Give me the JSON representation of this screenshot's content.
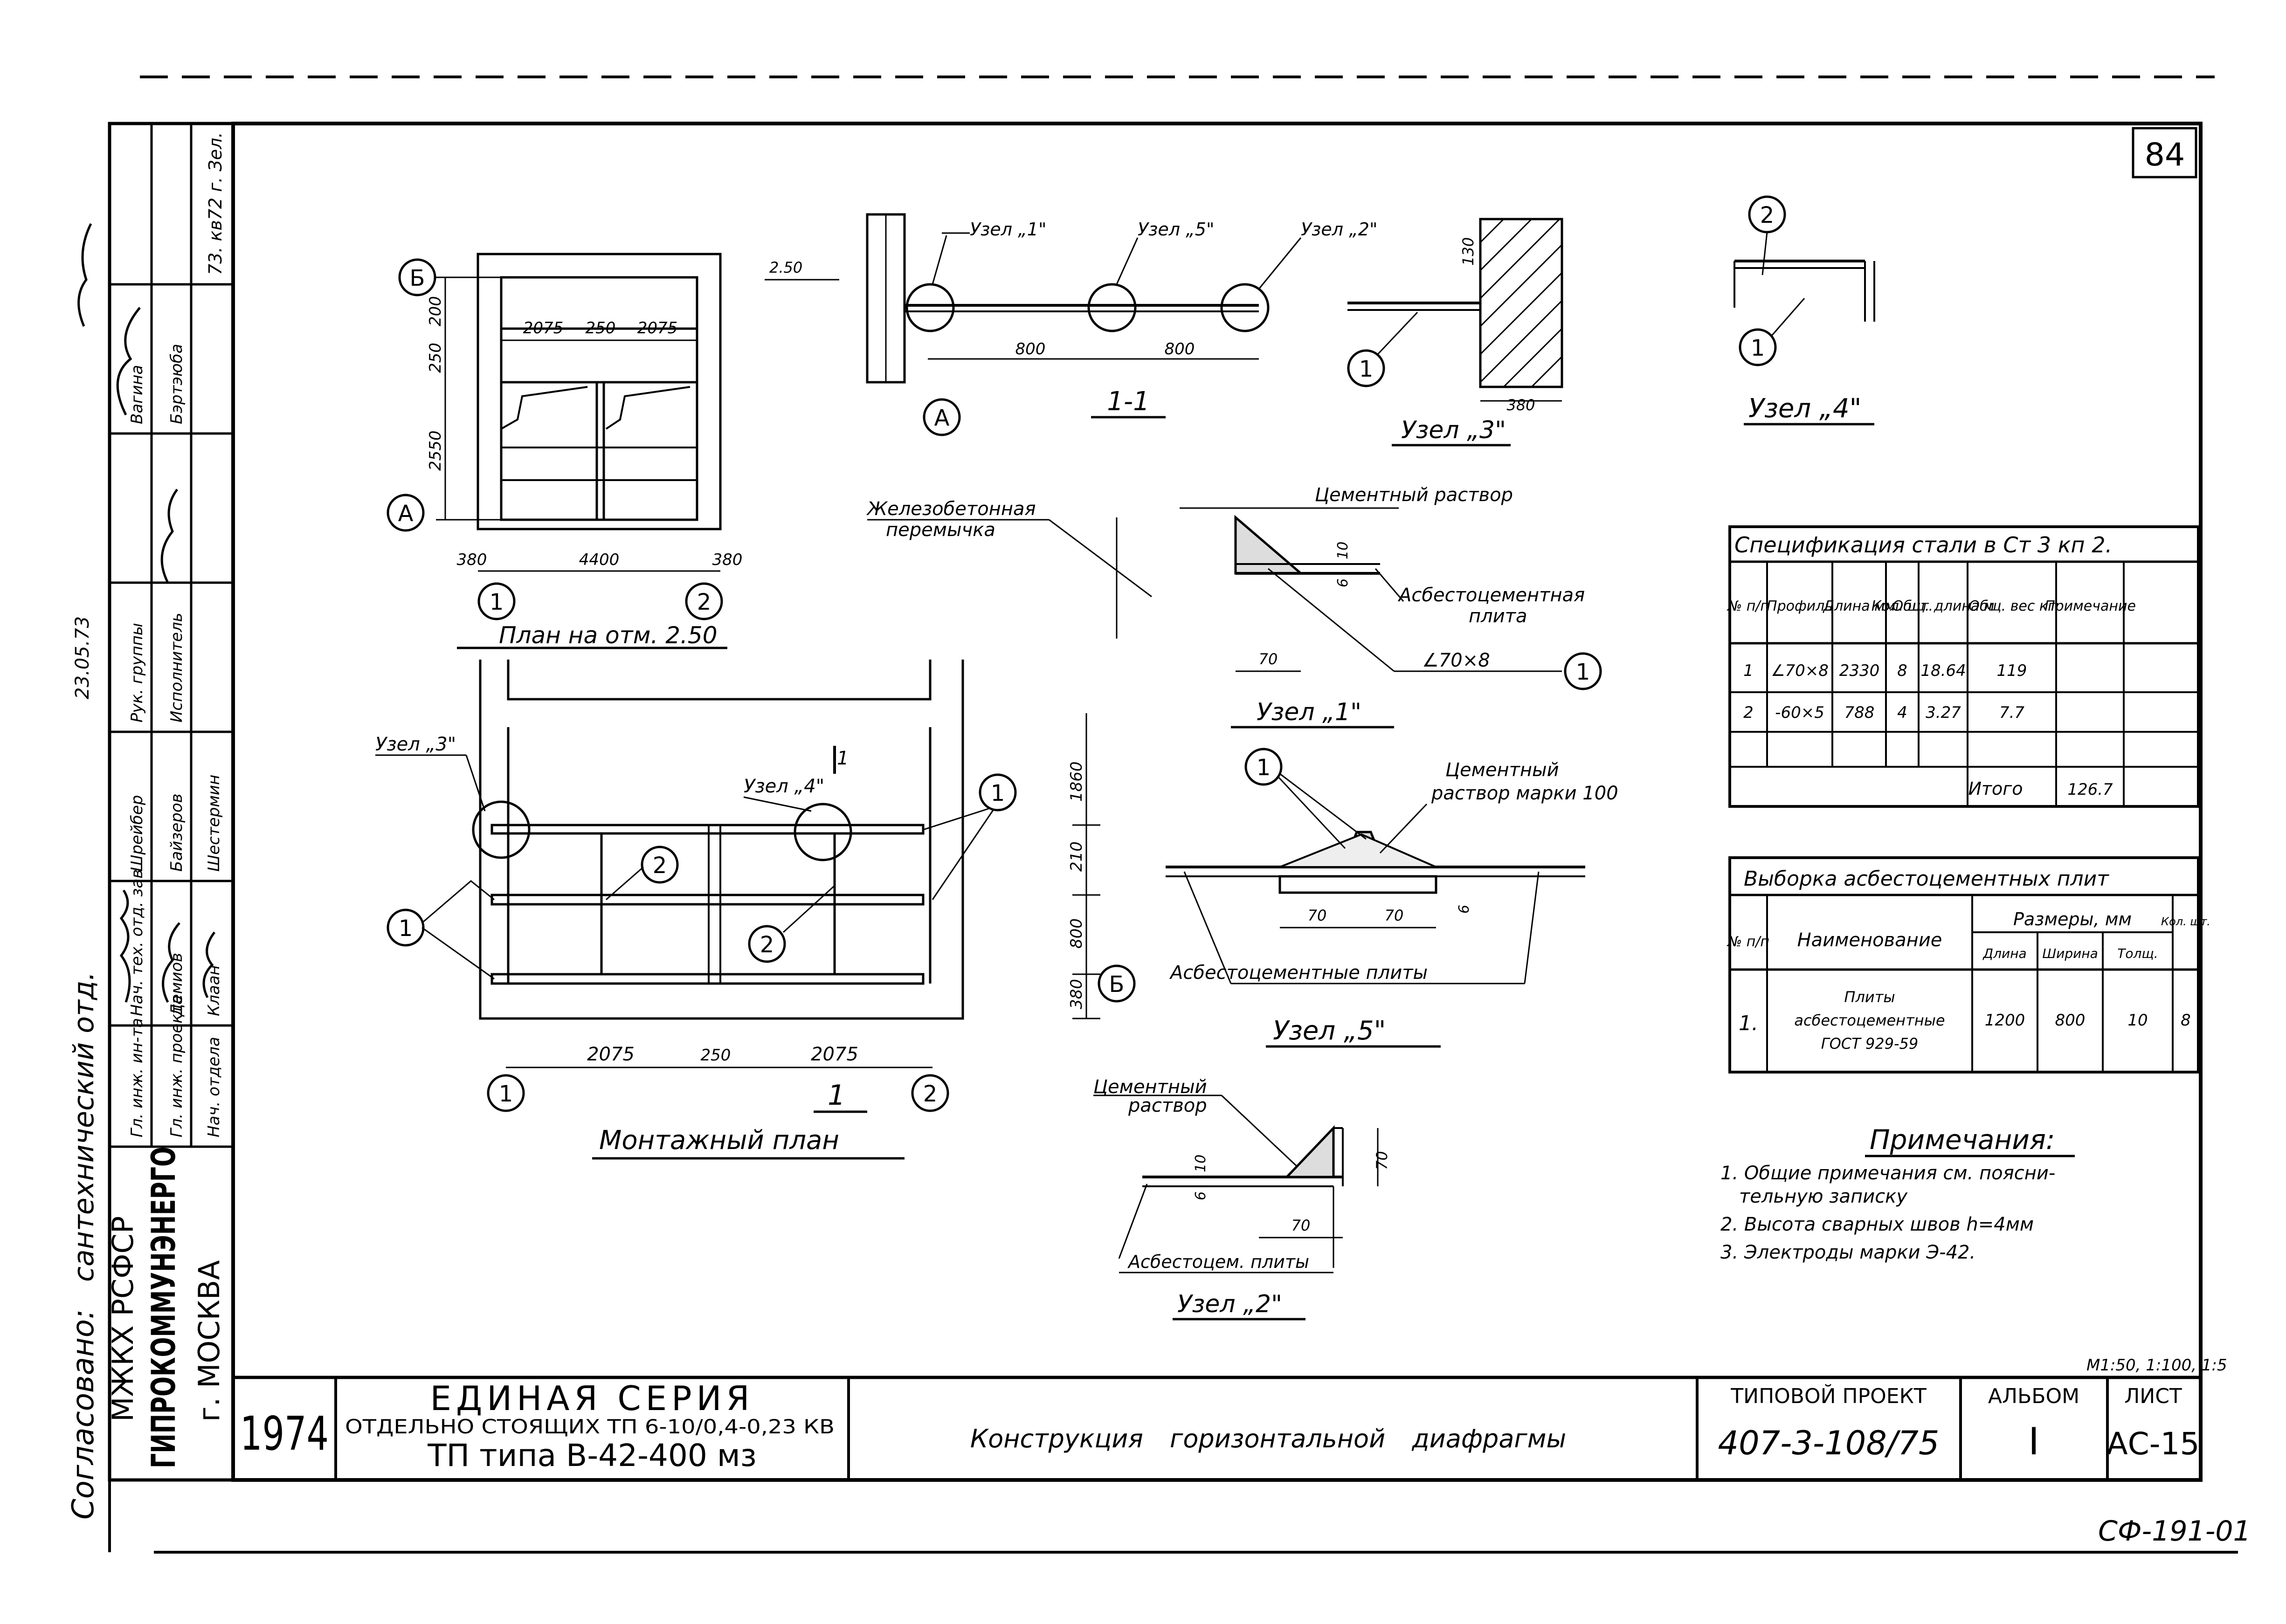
{
  "sheet_number": "84",
  "archive_code": "СФ-191-01",
  "left_strip": {
    "agreed": "Согласовано:",
    "dept": "сантехнический отд.",
    "ministry": "МЖКХ РСФСР",
    "institute": "ГИПРОКОММУНЭНЕРГО",
    "city": "г. МОСКВА",
    "top_note": "73. кв72 г. Зел.",
    "roles": [
      {
        "role": "Гл. инж. ин-та",
        "name": ""
      },
      {
        "role": "Нач. тех. отд. зав",
        "name": ""
      },
      {
        "role": "Гл. инж. проекта",
        "name": "Демиов"
      },
      {
        "role": "Нач. отдела",
        "name": "Клаан"
      },
      {
        "role": "Рук. группы",
        "name": "Шрейбер"
      },
      {
        "role": "Исполнитель",
        "name": "Байзеров"
      },
      {
        "role": "Вагина",
        "name": "Шестермин"
      },
      {
        "role": "Бэртэюба",
        "name": ""
      }
    ],
    "sign_date": "23.05.73"
  },
  "plan_top": {
    "title": "План на отм. 2.50",
    "axis_b": "Б",
    "axis_a": "А",
    "axis_1": "1",
    "axis_2": "2",
    "dim_top": [
      "2075",
      "250",
      "2075"
    ],
    "dim_left": [
      "200",
      "250",
      "2550"
    ],
    "dim_bottom": [
      "380",
      "4400",
      "380"
    ]
  },
  "section_1_1": {
    "title": "1-1",
    "level": "2.50",
    "node1": "Узел „1\"",
    "node5": "Узел „5\"",
    "node2": "Узел „2\"",
    "dims": [
      "800",
      "800"
    ],
    "axis_a": "А"
  },
  "node3": {
    "title": "Узел „3\"",
    "dim_top": "130",
    "dim_bottom": "380",
    "callout": "1"
  },
  "node4": {
    "title": "Узел „4\"",
    "callout_top": "2",
    "callout_bottom": "1"
  },
  "node1": {
    "title": "Узел „1\"",
    "lintel": "Железобетонная перемычка",
    "mortar": "Цементный раствор",
    "asbestos": "Асбестоцементная плита",
    "angle": "∠70×8",
    "callout": "1",
    "dims": [
      "10",
      "6",
      "70"
    ]
  },
  "node5": {
    "title": "Узел „5\"",
    "mortar": "Цементный раствор марки 100",
    "plates": "Асбестоцементные плиты",
    "callout": "1",
    "dims": [
      "70",
      "70",
      "6"
    ]
  },
  "node2": {
    "title": "Узел „2\"",
    "mortar": "Цементный раствор",
    "plates": "Асбестоцем. плиты",
    "dims": [
      "10",
      "6",
      "70",
      "70"
    ]
  },
  "mount_plan": {
    "title": "Монтажный план",
    "node3_label": "Узел „3\"",
    "node4_label": "Узел „4\"",
    "section_mark": "1",
    "dims_bottom": [
      "2075",
      "250",
      "2075"
    ],
    "dims_right": [
      "1860",
      "210",
      "800",
      "380"
    ],
    "axis_1": "1",
    "axis_2": "2",
    "axis_b": "Б",
    "callout_1": "1",
    "callout_2": "2"
  },
  "steel_spec": {
    "title": "Спецификация стали в Ст 3 кп 2.",
    "headers": [
      "№ п/п",
      "Профиль",
      "Длина мм",
      "Кол. шт.",
      "Общ. длина м",
      "Общ. вес кг",
      "Примечание"
    ],
    "rows": [
      [
        "1",
        "∠70×8",
        "2330",
        "8",
        "18.64",
        "119",
        ""
      ],
      [
        "2",
        "-60×5",
        "788",
        "4",
        "3.27",
        "7.7",
        ""
      ]
    ],
    "total_label": "Итого",
    "total_value": "126.7"
  },
  "asbestos_spec": {
    "title": "Выборка асбестоцементных плит",
    "headers": [
      "№ п/п",
      "Наименование",
      "Размеры, мм",
      "Кол. шт."
    ],
    "subheaders": [
      "Длина",
      "Ширина",
      "Толщ."
    ],
    "row": [
      "1.",
      "Плиты асбестоцементные ГОСТ 929-59",
      "1200",
      "800",
      "10",
      "8"
    ]
  },
  "notes": {
    "title": "Примечания:",
    "items": [
      "1. Общие примечания см. пояснительную записку",
      "2. Высота сварных швов h=4мм",
      "3. Электроды марки Э-42."
    ]
  },
  "scale": "М1:50, 1:100, 1:5",
  "title_block": {
    "year": "1974",
    "series_line1": "ЕДИНАЯ СЕРИЯ",
    "series_line2": "ОТДЕЛЬНО СТОЯЩИХ ТП 6-10/0,4-0,23 КВ",
    "series_line3": "ТП типа В-42-400 мз",
    "drawing_title": "Конструкция горизонтальной диафрагмы",
    "project_label": "ТИПОВОЙ ПРОЕКТ",
    "project_number": "407-3-108/75",
    "album_label": "АЛЬБОМ",
    "album_value": "I",
    "sheet_label": "ЛИСТ",
    "sheet_value": "АС-15"
  }
}
